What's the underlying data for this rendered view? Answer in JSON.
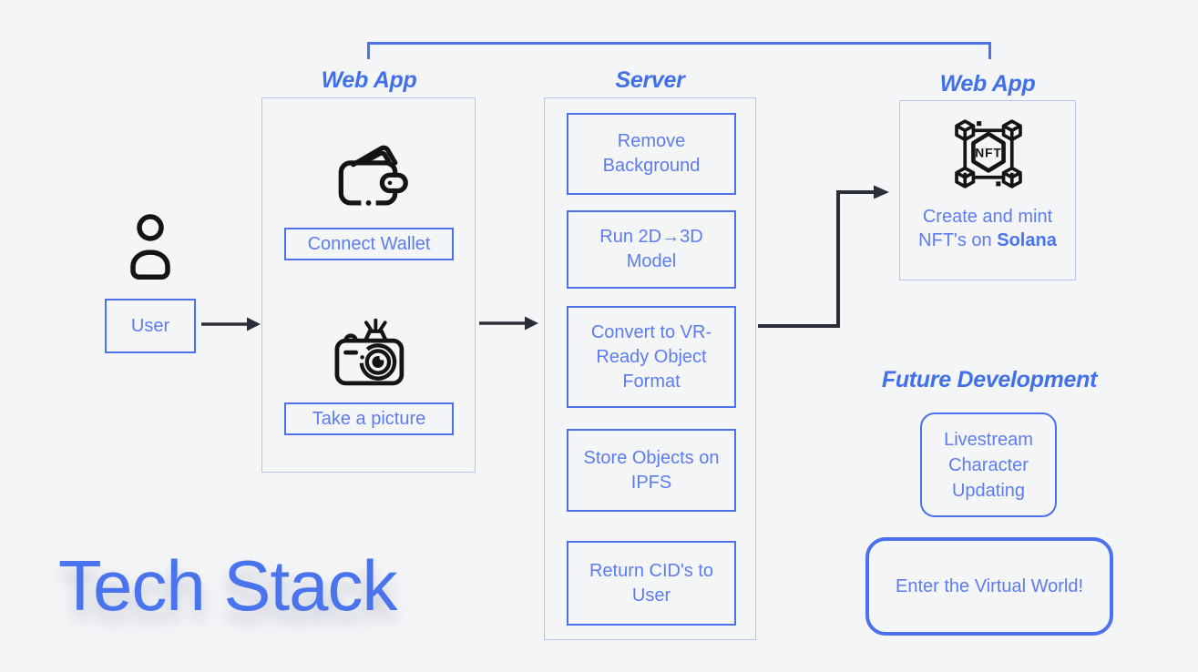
{
  "colors": {
    "background": "#f4f5f7",
    "accent_blue": "#4a72ee",
    "panel_border": "#b7c3f0",
    "box_text": "#5d7cf0",
    "heading_blue": "#4170e9",
    "arrow_dark": "#2b2d39",
    "icon_black": "#141414",
    "title_blue": "#4a74ee"
  },
  "title": "Tech Stack",
  "user": {
    "label": "User"
  },
  "web_app_left": {
    "heading": "Web App",
    "connect_wallet_label": "Connect Wallet",
    "take_picture_label": "Take a picture"
  },
  "server": {
    "heading": "Server",
    "steps": [
      "Remove Background",
      "Run 2D→3D Model",
      "Convert to VR-Ready Object Format",
      "Store Objects on IPFS",
      "Return CID's to User"
    ]
  },
  "web_app_right": {
    "heading": "Web App",
    "nft_badge_text": "NFT",
    "caption_line1": "Create and mint",
    "caption_line2_prefix": "NFT's on ",
    "caption_bold": "Solana"
  },
  "future": {
    "heading": "Future Development",
    "items": [
      "Livestream Character Updating",
      "Enter the Virtual World!"
    ]
  }
}
